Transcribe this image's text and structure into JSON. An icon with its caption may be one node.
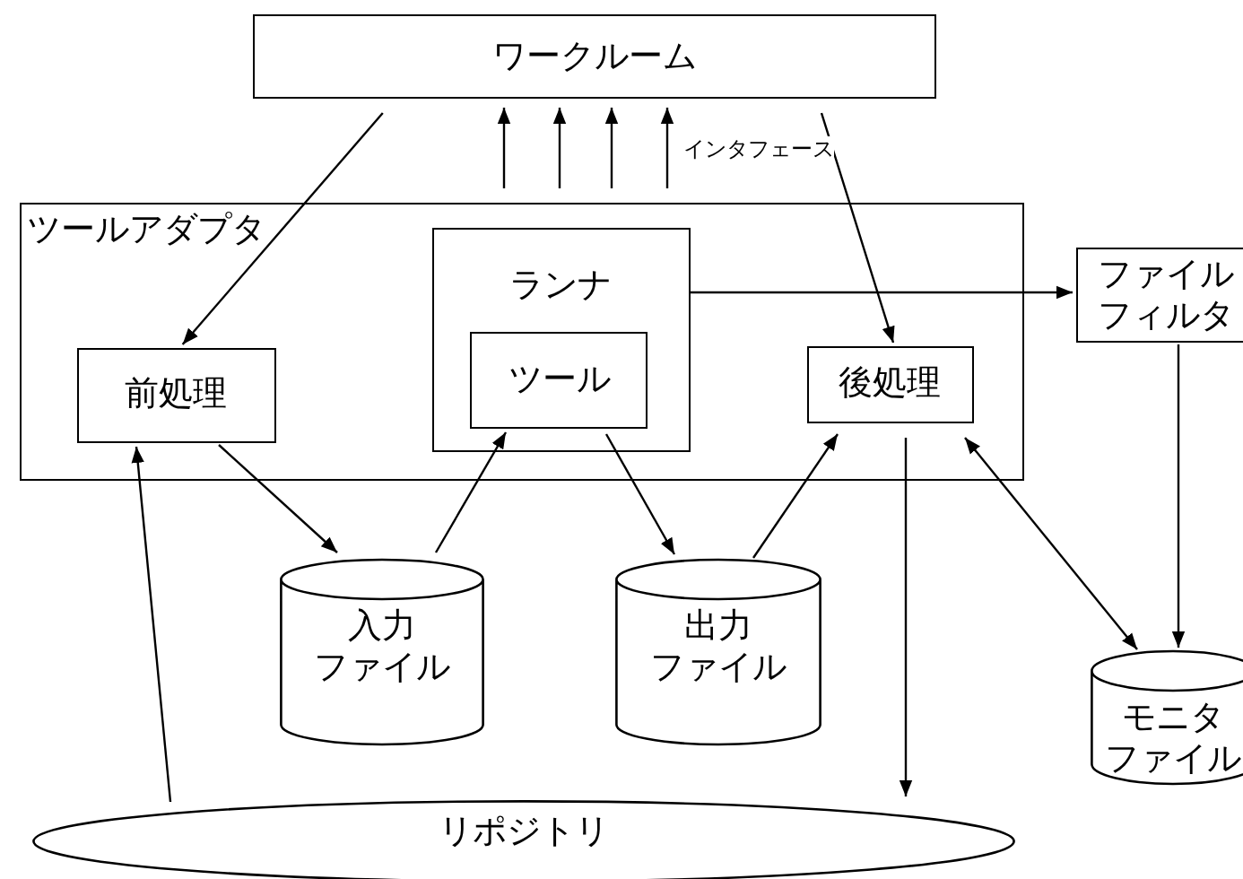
{
  "diagram": {
    "nodes": [
      {
        "text": [
          "ワークルーム"
        ]
      },
      {
        "text": [
          "ツールアダプタ"
        ]
      },
      {
        "text": [
          "前処理"
        ],
        "in": 1
      },
      {
        "text": [
          "ランナ"
        ],
        "in": 1
      },
      {
        "text": [
          "ツール"
        ],
        "in": 3
      },
      {
        "text": [
          "後処理"
        ],
        "in": 1
      },
      {
        "text": [
          "ファイルフィルタ"
        ]
      },
      {
        "text": [
          "入力ファイル"
        ]
      },
      {
        "text": [
          "出力ファイル"
        ]
      },
      {
        "text": [
          "モニタファイル"
        ]
      },
      {
        "text": [
          "リポジトリ"
        ]
      }
    ],
    "edges": [
      {
        "from": 0,
        "to": 2,
        "arrow": "to"
      },
      {
        "from": 1,
        "to": 0,
        "arrow": "to"
      },
      {
        "from": 1,
        "to": 0,
        "arrow": "to"
      },
      {
        "from": 1,
        "to": 0,
        "arrow": "to"
      },
      {
        "from": 1,
        "to": 0,
        "arrow": "to",
        "label": "インタフェース"
      },
      {
        "from": 0,
        "to": 5,
        "arrow": "to"
      },
      {
        "from": 3,
        "to": 6,
        "arrow": "to"
      },
      {
        "from": 2,
        "to": 7,
        "arrow": "to"
      },
      {
        "from": 7,
        "to": 4,
        "arrow": "to"
      },
      {
        "from": 4,
        "to": 8,
        "arrow": "to"
      },
      {
        "from": 8,
        "to": 5,
        "arrow": "to"
      },
      {
        "from": 5,
        "to": 10,
        "arrow": "to"
      },
      {
        "from": 9,
        "to": 5,
        "arrow": "both"
      },
      {
        "from": 6,
        "to": 9,
        "arrow": "to"
      },
      {
        "from": 10,
        "to": 2,
        "arrow": "to"
      }
    ]
  }
}
